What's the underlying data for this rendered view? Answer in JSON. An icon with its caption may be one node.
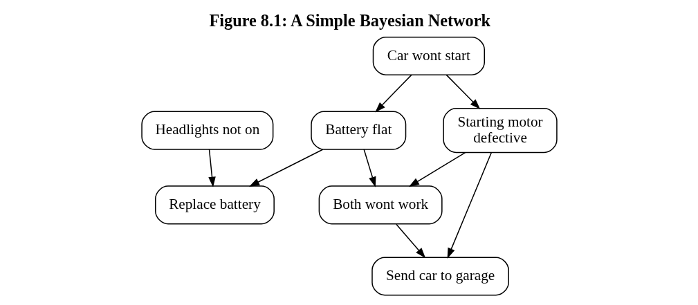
{
  "diagram": {
    "title": "Figure 8.1: A Simple Bayesian Network",
    "nodes": [
      {
        "text": [
          "Car wont start"
        ]
      },
      {
        "text": [
          "Headlights not on"
        ]
      },
      {
        "text": [
          "Battery flat"
        ]
      },
      {
        "text": [
          "Starting motor defective"
        ]
      },
      {
        "text": [
          "Replace battery"
        ]
      },
      {
        "text": [
          "Both wont work"
        ]
      },
      {
        "text": [
          "Send car to garage"
        ]
      }
    ],
    "edges": [
      {
        "from": 0,
        "to": 2,
        "arrow": "to"
      },
      {
        "from": 0,
        "to": 3,
        "arrow": "to"
      },
      {
        "from": 1,
        "to": 4,
        "arrow": "to"
      },
      {
        "from": 2,
        "to": 4,
        "arrow": "to"
      },
      {
        "from": 2,
        "to": 5,
        "arrow": "to"
      },
      {
        "from": 3,
        "to": 5,
        "arrow": "to"
      },
      {
        "from": 3,
        "to": 6,
        "arrow": "to"
      },
      {
        "from": 5,
        "to": 6,
        "arrow": "to"
      }
    ]
  }
}
